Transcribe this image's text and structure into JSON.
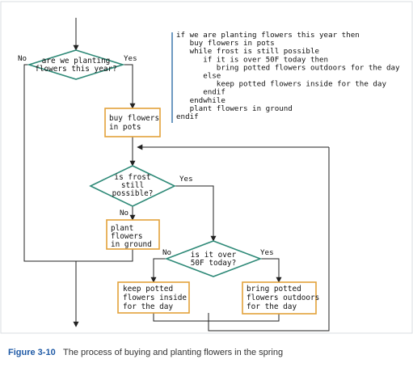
{
  "pseudocode": [
    "if we are planting flowers this year then",
    "   buy flowers in pots",
    "   while frost is still possible",
    "      if it is over 50F today then",
    "         bring potted flowers outdoors for the day",
    "      else",
    "         keep potted flowers inside for the day",
    "      endif",
    "   endwhile",
    "   plant flowers in ground",
    "endif"
  ],
  "flowchart": {
    "decision_planting": [
      "are we planting",
      "flowers this year?"
    ],
    "decision_planting_no": "No",
    "decision_planting_yes": "Yes",
    "process_buy": [
      "buy flowers",
      "in pots"
    ],
    "decision_frost": [
      "is frost",
      "still",
      "possible?"
    ],
    "decision_frost_yes": "Yes",
    "decision_frost_no": "No",
    "process_plant": [
      "plant",
      "flowers",
      "in ground"
    ],
    "decision_over50": [
      "is it over",
      "50F today?"
    ],
    "decision_over50_no": "No",
    "decision_over50_yes": "Yes",
    "process_keep": [
      "keep potted",
      "flowers inside",
      "for the day"
    ],
    "process_bring": [
      "bring potted",
      "flowers outdoors",
      "for the day"
    ]
  },
  "caption": {
    "label": "Figure 3-10",
    "text": "The process of buying and planting flowers in the spring"
  },
  "colors": {
    "box_border": "#e3a13a",
    "diamond_border": "#2f8a78",
    "line": "#222222",
    "caption_label": "#1f5aa6"
  }
}
